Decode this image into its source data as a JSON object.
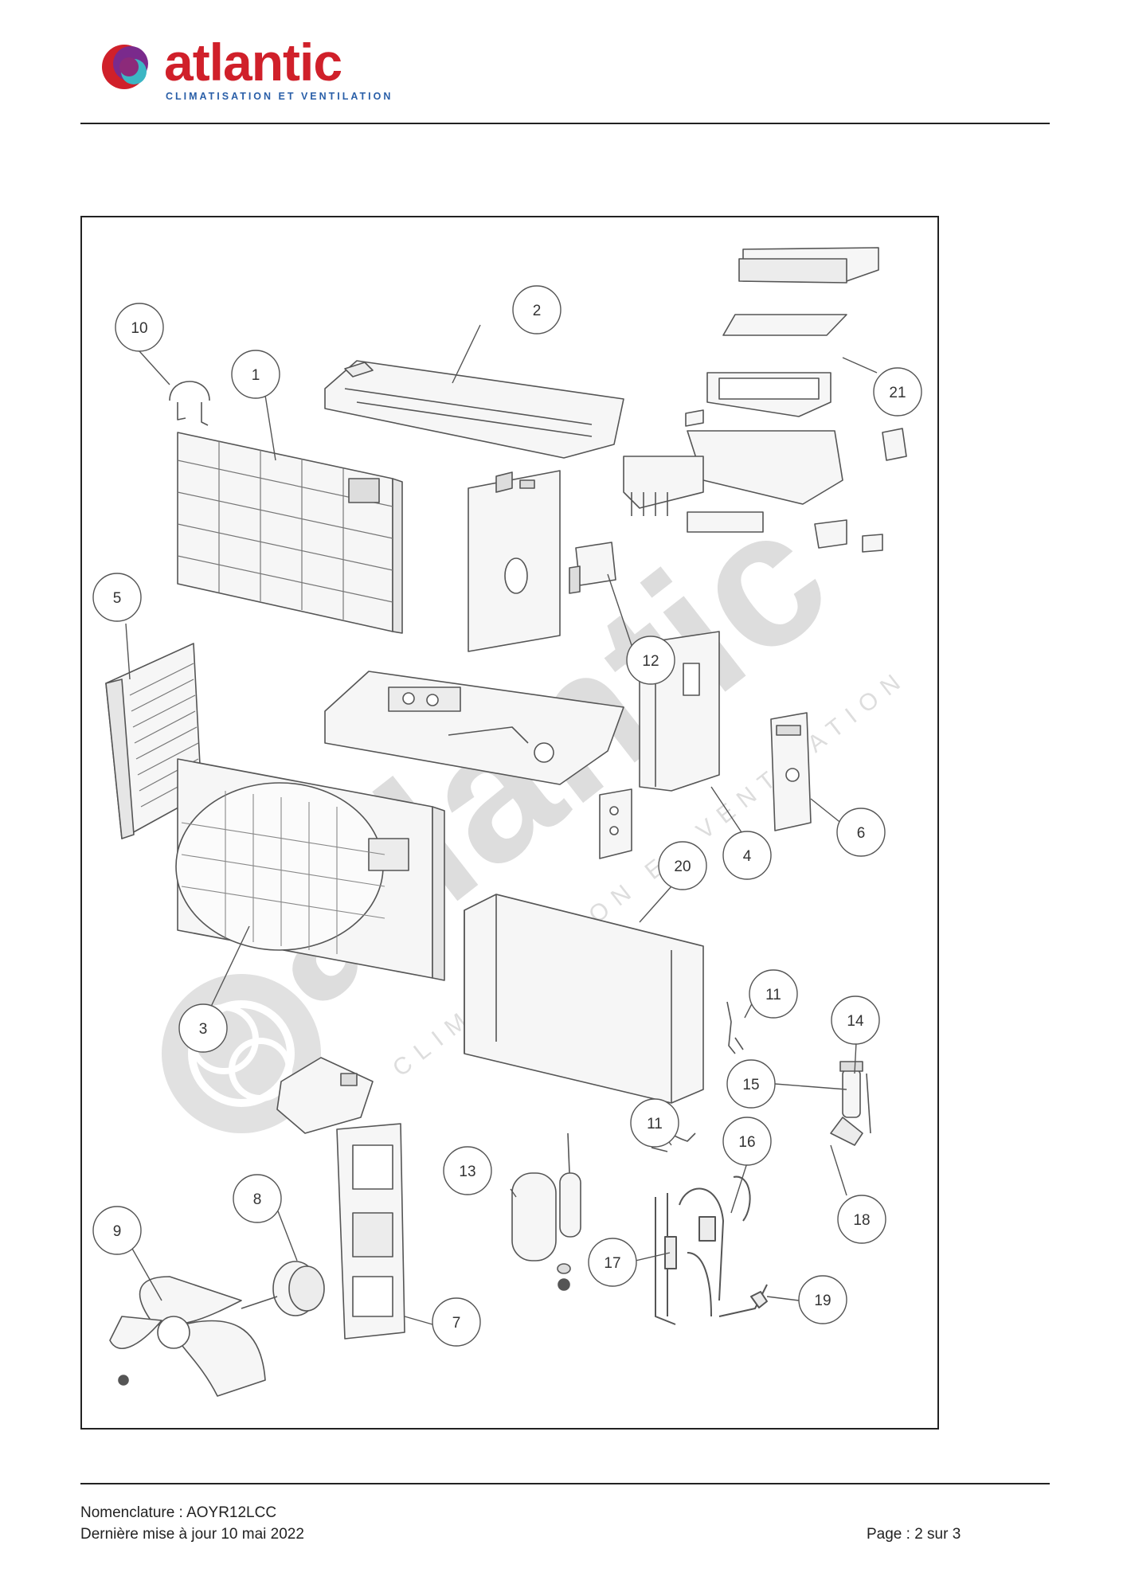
{
  "header": {
    "brand": "atlantic",
    "tagline": "CLIMATISATION ET VENTILATION",
    "brand_colors": {
      "red": "#d0202a",
      "purple": "#7a2a8c",
      "blue": "#2a5fa8",
      "teal": "#3bb6c4"
    }
  },
  "diagram": {
    "watermark": {
      "word": "atlantic",
      "tagline": "CLIMATISATION ET VENTILATION"
    },
    "callouts": [
      {
        "id": "c10",
        "label": "10"
      },
      {
        "id": "c1",
        "label": "1"
      },
      {
        "id": "c2",
        "label": "2"
      },
      {
        "id": "c21",
        "label": "21"
      },
      {
        "id": "c5",
        "label": "5"
      },
      {
        "id": "c12",
        "label": "12"
      },
      {
        "id": "c4",
        "label": "4"
      },
      {
        "id": "c6",
        "label": "6"
      },
      {
        "id": "c20",
        "label": "20"
      },
      {
        "id": "c11a",
        "label": "11"
      },
      {
        "id": "c14",
        "label": "14"
      },
      {
        "id": "c3",
        "label": "3"
      },
      {
        "id": "c15",
        "label": "15"
      },
      {
        "id": "c11b",
        "label": "11"
      },
      {
        "id": "c16",
        "label": "16"
      },
      {
        "id": "c13",
        "label": "13"
      },
      {
        "id": "c8",
        "label": "8"
      },
      {
        "id": "c18",
        "label": "18"
      },
      {
        "id": "c9",
        "label": "9"
      },
      {
        "id": "c17",
        "label": "17"
      },
      {
        "id": "c19",
        "label": "19"
      },
      {
        "id": "c7",
        "label": "7"
      }
    ]
  },
  "footer": {
    "nomenclature": "Nomenclature : AOYR12LCC",
    "updated": "Dernière mise à jour 10 mai 2022",
    "page": "Page : 2 sur 3"
  }
}
